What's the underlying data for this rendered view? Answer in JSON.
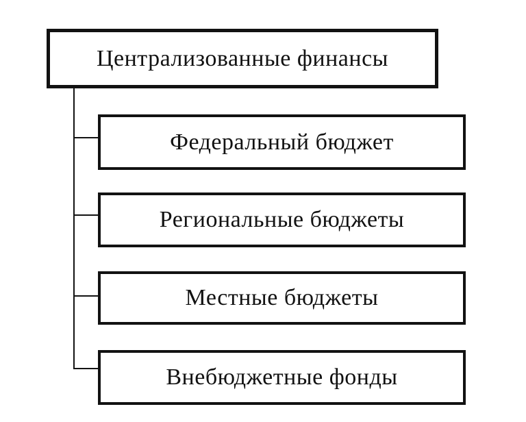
{
  "diagram": {
    "type": "hierarchy",
    "root": {
      "label": "Централизованные финансы"
    },
    "children": [
      {
        "label": "Федеральный бюджет"
      },
      {
        "label": "Региональные бюджеты"
      },
      {
        "label": "Местные бюджеты"
      },
      {
        "label": "Внебюджетные фонды"
      }
    ],
    "colors": {
      "line": "#121212",
      "text": "#121212",
      "background": "#ffffff"
    }
  }
}
